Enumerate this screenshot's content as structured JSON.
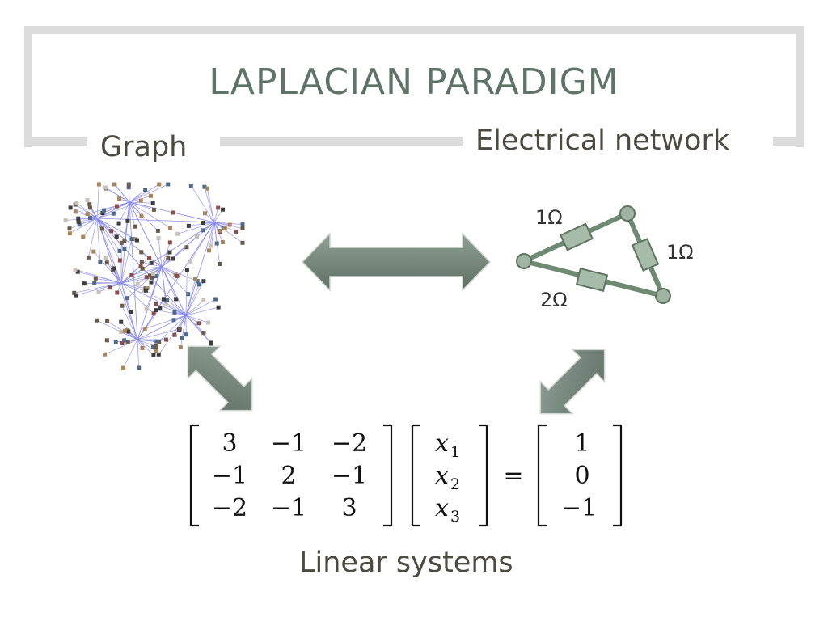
{
  "title": "LAPLACIAN PARADIGM",
  "labels": {
    "graph": "Graph",
    "electrical": "Electrical network",
    "linear": "Linear systems"
  },
  "resistors": [
    "1Ω",
    "1Ω",
    "2Ω"
  ],
  "equation": {
    "matrix": [
      [
        "3",
        "−1",
        "−2"
      ],
      [
        "−1",
        "2",
        "−1"
      ],
      [
        "−2",
        "−1",
        "3"
      ]
    ],
    "variables": [
      {
        "name": "x",
        "sub": "1"
      },
      {
        "name": "x",
        "sub": "2"
      },
      {
        "name": "x",
        "sub": "3"
      }
    ],
    "equals": "=",
    "rhs": [
      "1",
      "0",
      "−1"
    ]
  },
  "colors": {
    "title": "#5e7467",
    "text": "#4d4a3f",
    "frame": "#dcdcdc",
    "arrow": "#6f7f73",
    "network": "#6f8a72",
    "graph_edges": "#8c8cef"
  },
  "icons": [
    "double-arrow-horizontal-icon",
    "double-arrow-diagonal-icon"
  ]
}
